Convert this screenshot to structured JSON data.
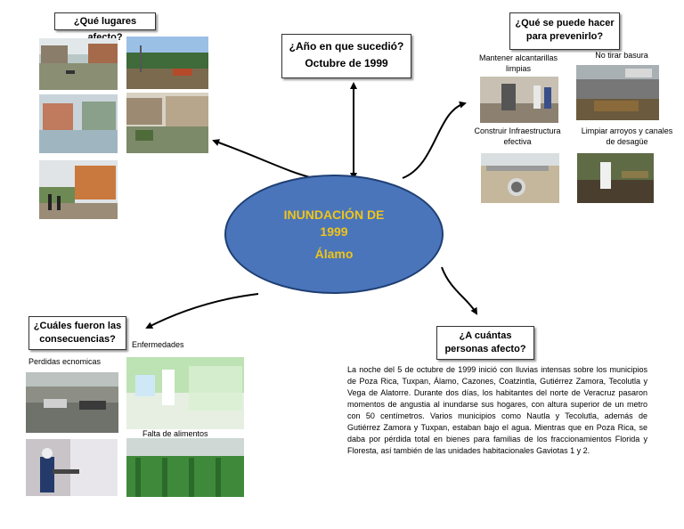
{
  "center": {
    "title_line1": "INUNDACIÓN DE",
    "title_line2": "1999",
    "place": "Álamo"
  },
  "boxes": {
    "places": "¿Qué lugares afecto?",
    "year_q": "¿Año en que sucedió?",
    "year_a": "Octubre de 1999",
    "prevent_l1": "¿Qué se puede hacer",
    "prevent_l2": "para prevenirlo?",
    "consequences_l1": "¿Cuáles fueron las",
    "consequences_l2": "consecuencias?",
    "people_l1": "¿A cuántas",
    "people_l2": "personas afecto?"
  },
  "prevention": {
    "sewers_l1": "Mantener alcantarillas",
    "sewers_l2": "limpias",
    "no_trash": "No tirar basura",
    "infra_l1": "Construir Infraestructura",
    "infra_l2": "efectiva",
    "streams_l1": "Limpiar arroyos y canales",
    "streams_l2": "de desagüe"
  },
  "consequences": {
    "diseases": "Enfermedades",
    "losses": "Perdidas ecnomicas",
    "food": "Falta de alimentos"
  },
  "paragraph": "La noche del 5 de octubre de 1999 inició con lluvias intensas sobre los municipios de Poza Rica, Tuxpan, Álamo, Cazones, Coatzintla, Gutiérrez Zamora, Tecolutla y Vega de Alatorre. Durante dos días, los habitantes del norte de Veracruz pasaron momentos de angustia al inundarse sus hogares, con altura superior de un metro con 50 centímetros. Varios municipios como Nautla y Tecolutla, además de Gutiérrez Zamora y Tuxpan, estaban bajo el agua. Mientras que en Poza Rica, se daba por pérdida total en bienes para familias de los fraccionamientos Florida y Floresta, así también de las unidades habitacionales Gaviotas 1 y 2.",
  "colors": {
    "ellipse": "#4a75bb",
    "ellipse_text": "#f0c419",
    "arrow": "#000000"
  }
}
